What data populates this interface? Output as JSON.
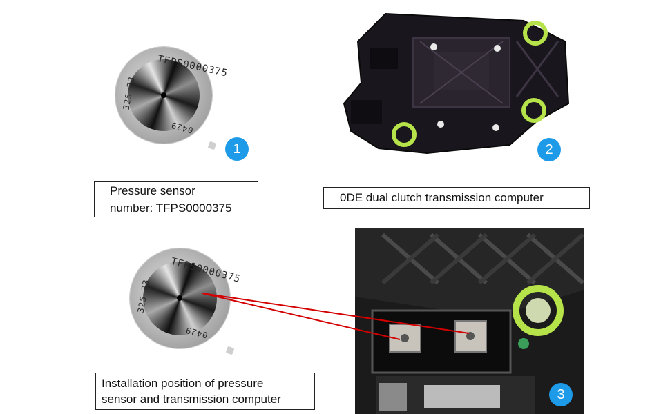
{
  "sensor_top": {
    "markings": [
      "TFPS0000375",
      "325 23",
      "0429"
    ]
  },
  "sensor_bottom": {
    "markings": [
      "TFPS0000375",
      "325 23",
      "0429"
    ]
  },
  "badges": [
    "1",
    "2",
    "3"
  ],
  "label_sensor": {
    "line1": "Pressure sensor",
    "line2": "number: TFPS0000375"
  },
  "label_computer": "0DE dual clutch transmission computer",
  "label_install": {
    "line1": "Installation position of pressure",
    "line2": "sensor and transmission computer"
  },
  "colors": {
    "badge": "#1e9be8",
    "pointer_line": "#d40000",
    "green_ring": "#b7e34a"
  }
}
